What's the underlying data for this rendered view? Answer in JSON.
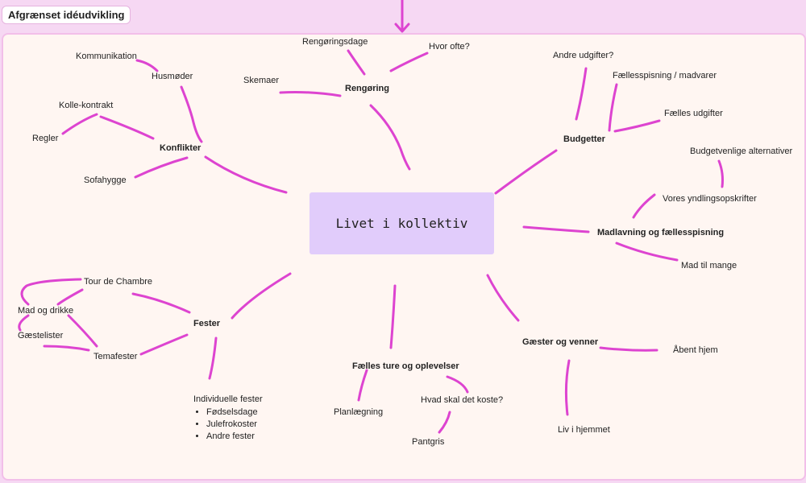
{
  "section_label": "Afgrænset idéudvikling",
  "center": "Livet i kollektiv",
  "nodes": {
    "kommunikation": "Kommunikation",
    "husmoder": "Husmøder",
    "kollekontrakt": "Kolle-kontrakt",
    "regler": "Regler",
    "konflikter": "Konflikter",
    "sofahygge": "Sofahygge",
    "rengoringsdage": "Rengøringsdage",
    "hvor_ofte": "Hvor ofte?",
    "skemaer": "Skemaer",
    "rengoring": "Rengøring",
    "andre_udgifter": "Andre udgifter?",
    "faellesspisning_madvarer": "Fællesspisning / madvarer",
    "faelles_udgifter": "Fælles udgifter",
    "budgetter": "Budgetter",
    "budgetvenlige": "Budgetvenlige alternativer",
    "yndlingsopskrifter": "Vores yndlingsopskrifter",
    "madlavning": "Madlavning og fællesspisning",
    "mad_til_mange": "Mad til mange",
    "tour": "Tour de Chambre",
    "mad_drikke": "Mad og drikke",
    "gaestelister": "Gæstelister",
    "temafester": "Temafester",
    "fester": "Fester",
    "faelles_ture": "Fælles ture og oplevelser",
    "planlaegning": "Planlægning",
    "hvad_koste": "Hvad skal det koste?",
    "pantgris": "Pantgris",
    "gaester": "Gæster og venner",
    "aabent_hjem": "Åbent hjem",
    "liv_hjemmet": "Liv i hjemmet"
  },
  "individuelle": {
    "head": "Individuelle fester",
    "items": [
      "Fødselsdage",
      "Julefrokoster",
      "Andre fester"
    ]
  },
  "colors": {
    "connector": "#dd44d0",
    "center_fill": "#e1ccfb",
    "board_bg": "#fff6f2",
    "page_bg": "#f6d8f3"
  }
}
